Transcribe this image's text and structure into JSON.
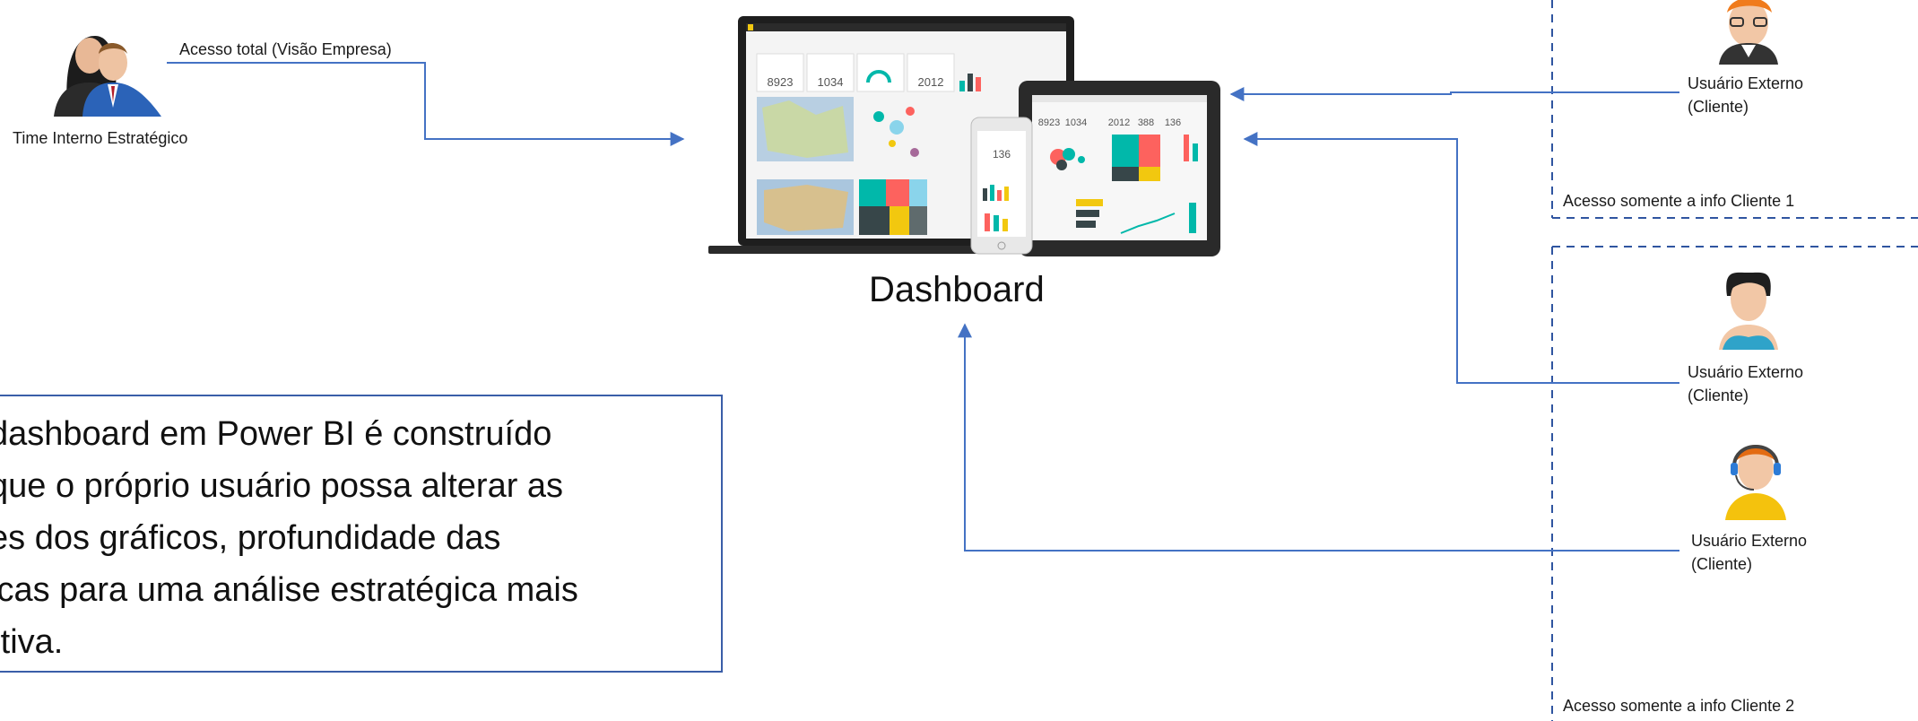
{
  "groups": {
    "internal_team": {
      "name": "Time Interno Estratégico",
      "access": "Acesso total (Visão Empresa)"
    },
    "external_users": [
      {
        "line1": "Usuário Externo",
        "line2": "(Cliente)",
        "icon": "man-orange-hair-icon"
      },
      {
        "line1": "Usuário Externo",
        "line2": "(Cliente)",
        "icon": "woman-teal-shirt-icon"
      },
      {
        "line1": "Usuário Externo",
        "line2": "(Cliente)",
        "icon": "support-agent-headset-icon"
      }
    ],
    "client_zones": [
      {
        "label": "Acesso somente a info Cliente 1"
      },
      {
        "label": "Acesso somente a info Cliente 2"
      }
    ]
  },
  "dashboard": {
    "title": "Dashboard",
    "kpis": [
      "8923",
      "1034",
      "2012"
    ],
    "tablet_kpis": [
      "8923",
      "1034",
      "2012",
      "388",
      "136"
    ],
    "phone_kpi": "136"
  },
  "note": {
    "lines": [
      "dashboard em Power BI é construído",
      " que o próprio usuário possa alterar as",
      "es dos gráficos, profundidade das",
      "icas para uma análise estratégica mais",
      "rtiva."
    ]
  },
  "colors": {
    "connector": "#4472c4",
    "zone_border": "#2f55a0",
    "note_border": "#3a5ea8"
  }
}
